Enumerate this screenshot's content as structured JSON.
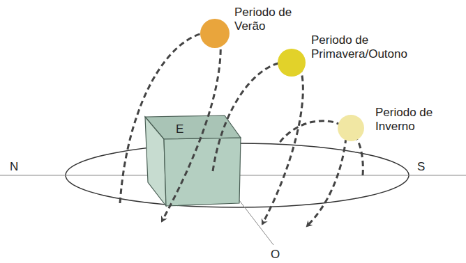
{
  "diagram": {
    "labels": [
      "Periodo de Verão",
      "Periodo de Primavera/Outono",
      "Periodo de Inverno",
      "E",
      "N",
      "S",
      "O"
    ]
  }
}
